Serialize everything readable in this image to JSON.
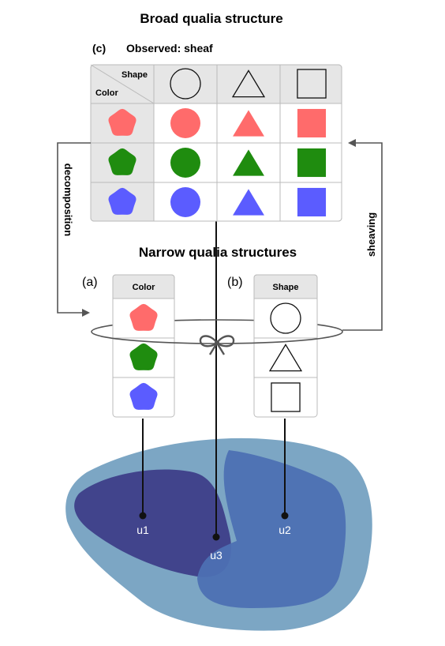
{
  "titles": {
    "broad": "Broad qualia structure",
    "narrow": "Narrow qualia structures"
  },
  "sheaf": {
    "panel_label": "(c)",
    "caption": "Observed: sheaf",
    "corner_top": "Shape",
    "corner_bottom": "Color",
    "column_shapes": [
      "circle",
      "triangle",
      "square"
    ],
    "row_colors": [
      "#ff6b6b",
      "#1f8c0f",
      "#5b5cff"
    ]
  },
  "color_panel": {
    "panel_label": "(a)",
    "header": "Color",
    "items": [
      "#ff6b6b",
      "#1f8c0f",
      "#5b5cff"
    ]
  },
  "shape_panel": {
    "panel_label": "(b)",
    "header": "Shape",
    "items": [
      "circle",
      "triangle",
      "square"
    ]
  },
  "arrows": {
    "left": "decomposition",
    "right": "sheaving"
  },
  "regions": {
    "u1": "u1",
    "u2": "u2",
    "u3": "u3"
  },
  "colors": {
    "outer_region": "#7ca6c4",
    "u1_region": "#41448c",
    "u2_region": "#4d70b3",
    "grid_header": "#e6e6e6",
    "grid_border": "#bbbbbb",
    "arrow": "#555555"
  }
}
